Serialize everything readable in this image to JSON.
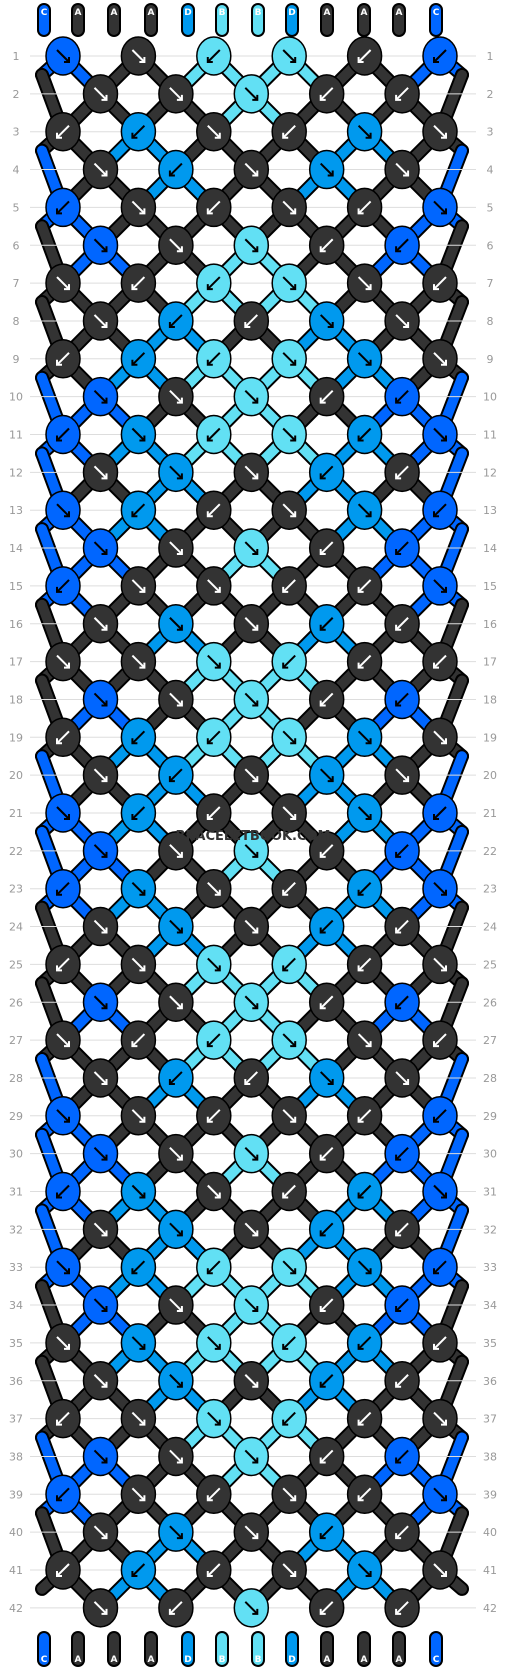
{
  "colors": {
    "A": "#333333",
    "B": "#62E0F4",
    "C": "#0066FF",
    "D": "#0099EE"
  },
  "strings_top": [
    "C",
    "A",
    "A",
    "A",
    "D",
    "B",
    "B",
    "D",
    "A",
    "A",
    "A",
    "C"
  ],
  "strings_bottom": [
    "C",
    "A",
    "A",
    "A",
    "D",
    "B",
    "B",
    "D",
    "A",
    "A",
    "A",
    "C"
  ],
  "rows": [
    {
      "label": "1",
      "knots": [
        {
          "c": "C",
          "d": "se"
        },
        {
          "c": "A",
          "d": "se"
        },
        {
          "c": "B",
          "d": "sw"
        },
        {
          "c": "B",
          "d": "se"
        },
        {
          "c": "A",
          "d": "sw"
        },
        {
          "c": "C",
          "d": "sw"
        }
      ]
    },
    {
      "label": "2",
      "knots": [
        {
          "c": "A",
          "d": "se"
        },
        {
          "c": "A",
          "d": "se"
        },
        {
          "c": "B",
          "d": "se"
        },
        {
          "c": "A",
          "d": "sw"
        },
        {
          "c": "A",
          "d": "sw"
        }
      ]
    },
    {
      "label": "3",
      "knots": [
        {
          "c": "A",
          "d": "sw"
        },
        {
          "c": "D",
          "d": "sw"
        },
        {
          "c": "A",
          "d": "se"
        },
        {
          "c": "A",
          "d": "sw"
        },
        {
          "c": "D",
          "d": "se"
        },
        {
          "c": "A",
          "d": "se"
        }
      ]
    },
    {
      "label": "4",
      "knots": [
        {
          "c": "A",
          "d": "se"
        },
        {
          "c": "D",
          "d": "sw"
        },
        {
          "c": "A",
          "d": "se"
        },
        {
          "c": "D",
          "d": "se"
        },
        {
          "c": "A",
          "d": "se"
        }
      ]
    },
    {
      "label": "5",
      "knots": [
        {
          "c": "C",
          "d": "sw"
        },
        {
          "c": "A",
          "d": "se"
        },
        {
          "c": "A",
          "d": "sw"
        },
        {
          "c": "A",
          "d": "se"
        },
        {
          "c": "A",
          "d": "sw"
        },
        {
          "c": "C",
          "d": "se"
        }
      ]
    },
    {
      "label": "6",
      "knots": [
        {
          "c": "C",
          "d": "se"
        },
        {
          "c": "A",
          "d": "se"
        },
        {
          "c": "B",
          "d": "se"
        },
        {
          "c": "A",
          "d": "sw"
        },
        {
          "c": "C",
          "d": "sw"
        }
      ]
    },
    {
      "label": "7",
      "knots": [
        {
          "c": "A",
          "d": "se"
        },
        {
          "c": "A",
          "d": "sw"
        },
        {
          "c": "B",
          "d": "sw"
        },
        {
          "c": "B",
          "d": "se"
        },
        {
          "c": "A",
          "d": "se"
        },
        {
          "c": "A",
          "d": "sw"
        }
      ]
    },
    {
      "label": "8",
      "knots": [
        {
          "c": "A",
          "d": "se"
        },
        {
          "c": "D",
          "d": "sw"
        },
        {
          "c": "A",
          "d": "sw"
        },
        {
          "c": "D",
          "d": "se"
        },
        {
          "c": "A",
          "d": "se"
        }
      ]
    },
    {
      "label": "9",
      "knots": [
        {
          "c": "A",
          "d": "sw"
        },
        {
          "c": "D",
          "d": "sw"
        },
        {
          "c": "B",
          "d": "sw"
        },
        {
          "c": "B",
          "d": "se"
        },
        {
          "c": "D",
          "d": "se"
        },
        {
          "c": "A",
          "d": "se"
        }
      ]
    },
    {
      "label": "10",
      "knots": [
        {
          "c": "C",
          "d": "se"
        },
        {
          "c": "A",
          "d": "se"
        },
        {
          "c": "B",
          "d": "se"
        },
        {
          "c": "A",
          "d": "sw"
        },
        {
          "c": "C",
          "d": "sw"
        }
      ]
    },
    {
      "label": "11",
      "knots": [
        {
          "c": "C",
          "d": "sw"
        },
        {
          "c": "D",
          "d": "se"
        },
        {
          "c": "B",
          "d": "sw"
        },
        {
          "c": "B",
          "d": "se"
        },
        {
          "c": "D",
          "d": "sw"
        },
        {
          "c": "C",
          "d": "se"
        }
      ]
    },
    {
      "label": "12",
      "knots": [
        {
          "c": "A",
          "d": "se"
        },
        {
          "c": "D",
          "d": "se"
        },
        {
          "c": "A",
          "d": "se"
        },
        {
          "c": "D",
          "d": "sw"
        },
        {
          "c": "A",
          "d": "sw"
        }
      ]
    },
    {
      "label": "13",
      "knots": [
        {
          "c": "C",
          "d": "se"
        },
        {
          "c": "D",
          "d": "sw"
        },
        {
          "c": "A",
          "d": "sw"
        },
        {
          "c": "A",
          "d": "se"
        },
        {
          "c": "D",
          "d": "se"
        },
        {
          "c": "C",
          "d": "sw"
        }
      ]
    },
    {
      "label": "14",
      "knots": [
        {
          "c": "C",
          "d": "se"
        },
        {
          "c": "A",
          "d": "se"
        },
        {
          "c": "B",
          "d": "se"
        },
        {
          "c": "A",
          "d": "sw"
        },
        {
          "c": "C",
          "d": "sw"
        }
      ]
    },
    {
      "label": "15",
      "knots": [
        {
          "c": "C",
          "d": "sw"
        },
        {
          "c": "A",
          "d": "se"
        },
        {
          "c": "A",
          "d": "se"
        },
        {
          "c": "A",
          "d": "sw"
        },
        {
          "c": "A",
          "d": "sw"
        },
        {
          "c": "C",
          "d": "se"
        }
      ]
    },
    {
      "label": "16",
      "knots": [
        {
          "c": "A",
          "d": "se"
        },
        {
          "c": "D",
          "d": "se"
        },
        {
          "c": "A",
          "d": "se"
        },
        {
          "c": "D",
          "d": "sw"
        },
        {
          "c": "A",
          "d": "sw"
        }
      ]
    },
    {
      "label": "17",
      "knots": [
        {
          "c": "A",
          "d": "se"
        },
        {
          "c": "A",
          "d": "se"
        },
        {
          "c": "B",
          "d": "se"
        },
        {
          "c": "B",
          "d": "sw"
        },
        {
          "c": "A",
          "d": "sw"
        },
        {
          "c": "A",
          "d": "sw"
        }
      ]
    },
    {
      "label": "18",
      "knots": [
        {
          "c": "C",
          "d": "se"
        },
        {
          "c": "A",
          "d": "se"
        },
        {
          "c": "B",
          "d": "se"
        },
        {
          "c": "A",
          "d": "sw"
        },
        {
          "c": "C",
          "d": "sw"
        }
      ]
    },
    {
      "label": "19",
      "knots": [
        {
          "c": "A",
          "d": "sw"
        },
        {
          "c": "D",
          "d": "sw"
        },
        {
          "c": "B",
          "d": "sw"
        },
        {
          "c": "B",
          "d": "se"
        },
        {
          "c": "D",
          "d": "se"
        },
        {
          "c": "A",
          "d": "se"
        }
      ]
    },
    {
      "label": "20",
      "knots": [
        {
          "c": "A",
          "d": "se"
        },
        {
          "c": "D",
          "d": "sw"
        },
        {
          "c": "A",
          "d": "se"
        },
        {
          "c": "D",
          "d": "se"
        },
        {
          "c": "A",
          "d": "se"
        }
      ]
    },
    {
      "label": "21",
      "knots": [
        {
          "c": "C",
          "d": "se"
        },
        {
          "c": "D",
          "d": "sw"
        },
        {
          "c": "A",
          "d": "sw"
        },
        {
          "c": "A",
          "d": "se"
        },
        {
          "c": "D",
          "d": "se"
        },
        {
          "c": "C",
          "d": "sw"
        }
      ]
    },
    {
      "label": "22",
      "knots": [
        {
          "c": "C",
          "d": "se"
        },
        {
          "c": "A",
          "d": "se"
        },
        {
          "c": "B",
          "d": "se"
        },
        {
          "c": "A",
          "d": "sw"
        },
        {
          "c": "C",
          "d": "sw"
        }
      ]
    },
    {
      "label": "23",
      "knots": [
        {
          "c": "C",
          "d": "sw"
        },
        {
          "c": "D",
          "d": "se"
        },
        {
          "c": "A",
          "d": "se"
        },
        {
          "c": "A",
          "d": "sw"
        },
        {
          "c": "D",
          "d": "sw"
        },
        {
          "c": "C",
          "d": "se"
        }
      ]
    },
    {
      "label": "24",
      "knots": [
        {
          "c": "A",
          "d": "se"
        },
        {
          "c": "D",
          "d": "se"
        },
        {
          "c": "A",
          "d": "se"
        },
        {
          "c": "D",
          "d": "sw"
        },
        {
          "c": "A",
          "d": "sw"
        }
      ]
    },
    {
      "label": "25",
      "knots": [
        {
          "c": "A",
          "d": "sw"
        },
        {
          "c": "A",
          "d": "se"
        },
        {
          "c": "B",
          "d": "se"
        },
        {
          "c": "B",
          "d": "sw"
        },
        {
          "c": "A",
          "d": "sw"
        },
        {
          "c": "A",
          "d": "se"
        }
      ]
    },
    {
      "label": "26",
      "knots": [
        {
          "c": "C",
          "d": "se"
        },
        {
          "c": "A",
          "d": "se"
        },
        {
          "c": "B",
          "d": "se"
        },
        {
          "c": "A",
          "d": "sw"
        },
        {
          "c": "C",
          "d": "sw"
        }
      ]
    },
    {
      "label": "27",
      "knots": [
        {
          "c": "A",
          "d": "se"
        },
        {
          "c": "A",
          "d": "sw"
        },
        {
          "c": "B",
          "d": "sw"
        },
        {
          "c": "B",
          "d": "se"
        },
        {
          "c": "A",
          "d": "se"
        },
        {
          "c": "A",
          "d": "sw"
        }
      ]
    },
    {
      "label": "28",
      "knots": [
        {
          "c": "A",
          "d": "se"
        },
        {
          "c": "D",
          "d": "sw"
        },
        {
          "c": "A",
          "d": "sw"
        },
        {
          "c": "D",
          "d": "se"
        },
        {
          "c": "A",
          "d": "se"
        }
      ]
    },
    {
      "label": "29",
      "knots": [
        {
          "c": "C",
          "d": "se"
        },
        {
          "c": "A",
          "d": "se"
        },
        {
          "c": "A",
          "d": "sw"
        },
        {
          "c": "A",
          "d": "se"
        },
        {
          "c": "A",
          "d": "sw"
        },
        {
          "c": "C",
          "d": "sw"
        }
      ]
    },
    {
      "label": "30",
      "knots": [
        {
          "c": "C",
          "d": "se"
        },
        {
          "c": "A",
          "d": "se"
        },
        {
          "c": "B",
          "d": "se"
        },
        {
          "c": "A",
          "d": "sw"
        },
        {
          "c": "C",
          "d": "sw"
        }
      ]
    },
    {
      "label": "31",
      "knots": [
        {
          "c": "C",
          "d": "sw"
        },
        {
          "c": "D",
          "d": "se"
        },
        {
          "c": "A",
          "d": "se"
        },
        {
          "c": "A",
          "d": "sw"
        },
        {
          "c": "D",
          "d": "sw"
        },
        {
          "c": "C",
          "d": "se"
        }
      ]
    },
    {
      "label": "32",
      "knots": [
        {
          "c": "A",
          "d": "se"
        },
        {
          "c": "D",
          "d": "se"
        },
        {
          "c": "A",
          "d": "se"
        },
        {
          "c": "D",
          "d": "sw"
        },
        {
          "c": "A",
          "d": "sw"
        }
      ]
    },
    {
      "label": "33",
      "knots": [
        {
          "c": "C",
          "d": "se"
        },
        {
          "c": "D",
          "d": "sw"
        },
        {
          "c": "B",
          "d": "sw"
        },
        {
          "c": "B",
          "d": "se"
        },
        {
          "c": "D",
          "d": "se"
        },
        {
          "c": "C",
          "d": "sw"
        }
      ]
    },
    {
      "label": "34",
      "knots": [
        {
          "c": "C",
          "d": "se"
        },
        {
          "c": "A",
          "d": "se"
        },
        {
          "c": "B",
          "d": "se"
        },
        {
          "c": "A",
          "d": "sw"
        },
        {
          "c": "C",
          "d": "sw"
        }
      ]
    },
    {
      "label": "35",
      "knots": [
        {
          "c": "A",
          "d": "se"
        },
        {
          "c": "D",
          "d": "se"
        },
        {
          "c": "B",
          "d": "se"
        },
        {
          "c": "B",
          "d": "sw"
        },
        {
          "c": "D",
          "d": "sw"
        },
        {
          "c": "A",
          "d": "sw"
        }
      ]
    },
    {
      "label": "36",
      "knots": [
        {
          "c": "A",
          "d": "se"
        },
        {
          "c": "D",
          "d": "se"
        },
        {
          "c": "A",
          "d": "se"
        },
        {
          "c": "D",
          "d": "sw"
        },
        {
          "c": "A",
          "d": "sw"
        }
      ]
    },
    {
      "label": "37",
      "knots": [
        {
          "c": "A",
          "d": "sw"
        },
        {
          "c": "A",
          "d": "se"
        },
        {
          "c": "B",
          "d": "se"
        },
        {
          "c": "B",
          "d": "sw"
        },
        {
          "c": "A",
          "d": "sw"
        },
        {
          "c": "A",
          "d": "se"
        }
      ]
    },
    {
      "label": "38",
      "knots": [
        {
          "c": "C",
          "d": "se"
        },
        {
          "c": "A",
          "d": "se"
        },
        {
          "c": "B",
          "d": "se"
        },
        {
          "c": "A",
          "d": "sw"
        },
        {
          "c": "C",
          "d": "sw"
        }
      ]
    },
    {
      "label": "39",
      "knots": [
        {
          "c": "C",
          "d": "sw"
        },
        {
          "c": "A",
          "d": "se"
        },
        {
          "c": "A",
          "d": "sw"
        },
        {
          "c": "A",
          "d": "se"
        },
        {
          "c": "A",
          "d": "sw"
        },
        {
          "c": "C",
          "d": "se"
        }
      ]
    },
    {
      "label": "40",
      "knots": [
        {
          "c": "A",
          "d": "se"
        },
        {
          "c": "D",
          "d": "se"
        },
        {
          "c": "A",
          "d": "se"
        },
        {
          "c": "D",
          "d": "sw"
        },
        {
          "c": "A",
          "d": "sw"
        }
      ]
    },
    {
      "label": "41",
      "knots": [
        {
          "c": "A",
          "d": "sw"
        },
        {
          "c": "D",
          "d": "sw"
        },
        {
          "c": "A",
          "d": "sw"
        },
        {
          "c": "A",
          "d": "se"
        },
        {
          "c": "D",
          "d": "se"
        },
        {
          "c": "A",
          "d": "se"
        }
      ]
    },
    {
      "label": "42",
      "knots": [
        {
          "c": "A",
          "d": "se"
        },
        {
          "c": "A",
          "d": "sw"
        },
        {
          "c": "B",
          "d": "se"
        },
        {
          "c": "A",
          "d": "sw"
        },
        {
          "c": "A",
          "d": "sw"
        }
      ]
    }
  ],
  "watermark": "BRACELETBOOK.COM"
}
